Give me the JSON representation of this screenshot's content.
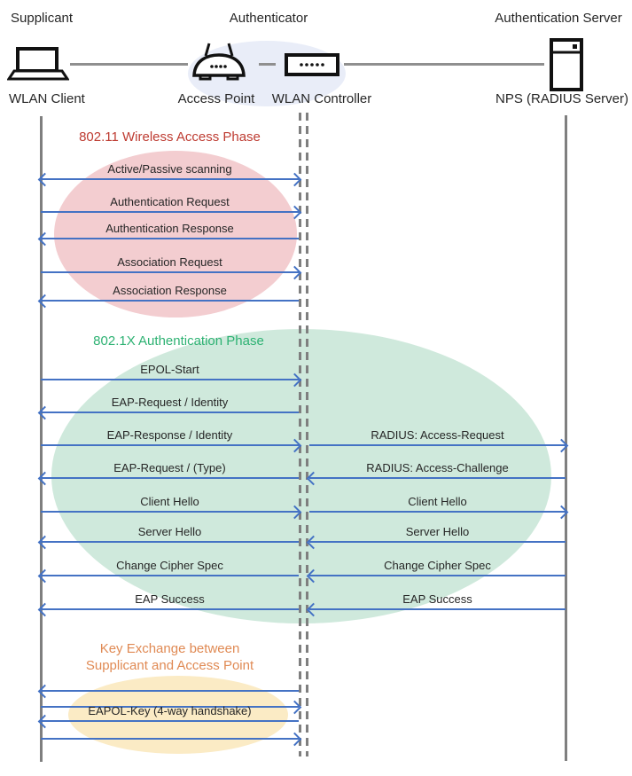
{
  "header": {
    "roles": [
      "Supplicant",
      "Authenticator",
      "Authentication Server"
    ],
    "devices": [
      "WLAN Client",
      "Access Point",
      "WLAN Controller",
      "NPS (RADIUS Server)"
    ]
  },
  "phases": [
    {
      "title": "802.11 Wireless Access Phase",
      "title_color": "#BE3C32",
      "fill": "#F3CDD0"
    },
    {
      "title": "802.1X Authentication Phase",
      "title_color": "#2EB273",
      "fill": "#CFE9DC"
    },
    {
      "title_line1": "Key Exchange between",
      "title_line2": "Supplicant and Access Point",
      "title_color": "#E08A54",
      "fill": "#FBEBC5"
    }
  ],
  "messages": [
    {
      "label": "Active/Passive scanning",
      "span": "client-controller",
      "direction": "both"
    },
    {
      "label": "Authentication Request",
      "span": "client-controller",
      "direction": "right"
    },
    {
      "label": "Authentication Response",
      "span": "client-controller",
      "direction": "left"
    },
    {
      "label": "Association Request",
      "span": "client-controller",
      "direction": "right"
    },
    {
      "label": "Association Response",
      "span": "client-controller",
      "direction": "left"
    },
    {
      "label": "EPOL-Start",
      "span": "client-controller",
      "direction": "right"
    },
    {
      "label": "EAP-Request / Identity",
      "span": "client-controller",
      "direction": "left"
    },
    {
      "label": "EAP-Response / Identity",
      "span": "client-controller",
      "direction": "right"
    },
    {
      "label": "RADIUS: Access-Request",
      "span": "controller-server",
      "direction": "right"
    },
    {
      "label": "EAP-Request / (Type)",
      "span": "client-controller",
      "direction": "left"
    },
    {
      "label": "RADIUS: Access-Challenge",
      "span": "controller-server",
      "direction": "left"
    },
    {
      "label": "Client Hello",
      "span": "client-controller",
      "direction": "right"
    },
    {
      "label": "Client Hello",
      "span": "controller-server",
      "direction": "right"
    },
    {
      "label": "Server Hello",
      "span": "client-controller",
      "direction": "left"
    },
    {
      "label": "Server Hello",
      "span": "controller-server",
      "direction": "left"
    },
    {
      "label": "Change Cipher Spec",
      "span": "client-controller",
      "direction": "left"
    },
    {
      "label": "Change Cipher Spec",
      "span": "controller-server",
      "direction": "left"
    },
    {
      "label": "EAP Success",
      "span": "client-controller",
      "direction": "left"
    },
    {
      "label": "EAP Success",
      "span": "controller-server",
      "direction": "left"
    },
    {
      "label": "",
      "span": "client-controller",
      "direction": "left"
    },
    {
      "label": "",
      "span": "client-controller",
      "direction": "right"
    },
    {
      "label": "EAPOL-Key (4-way handshake)",
      "span": "client-controller",
      "direction": "left"
    },
    {
      "label": "",
      "span": "client-controller",
      "direction": "right"
    }
  ],
  "palette": {
    "arrow_blue": "#4472C4",
    "lifeline_gray": "#7F7F7F",
    "authenticator_group_fill": "#E9EDF8"
  }
}
